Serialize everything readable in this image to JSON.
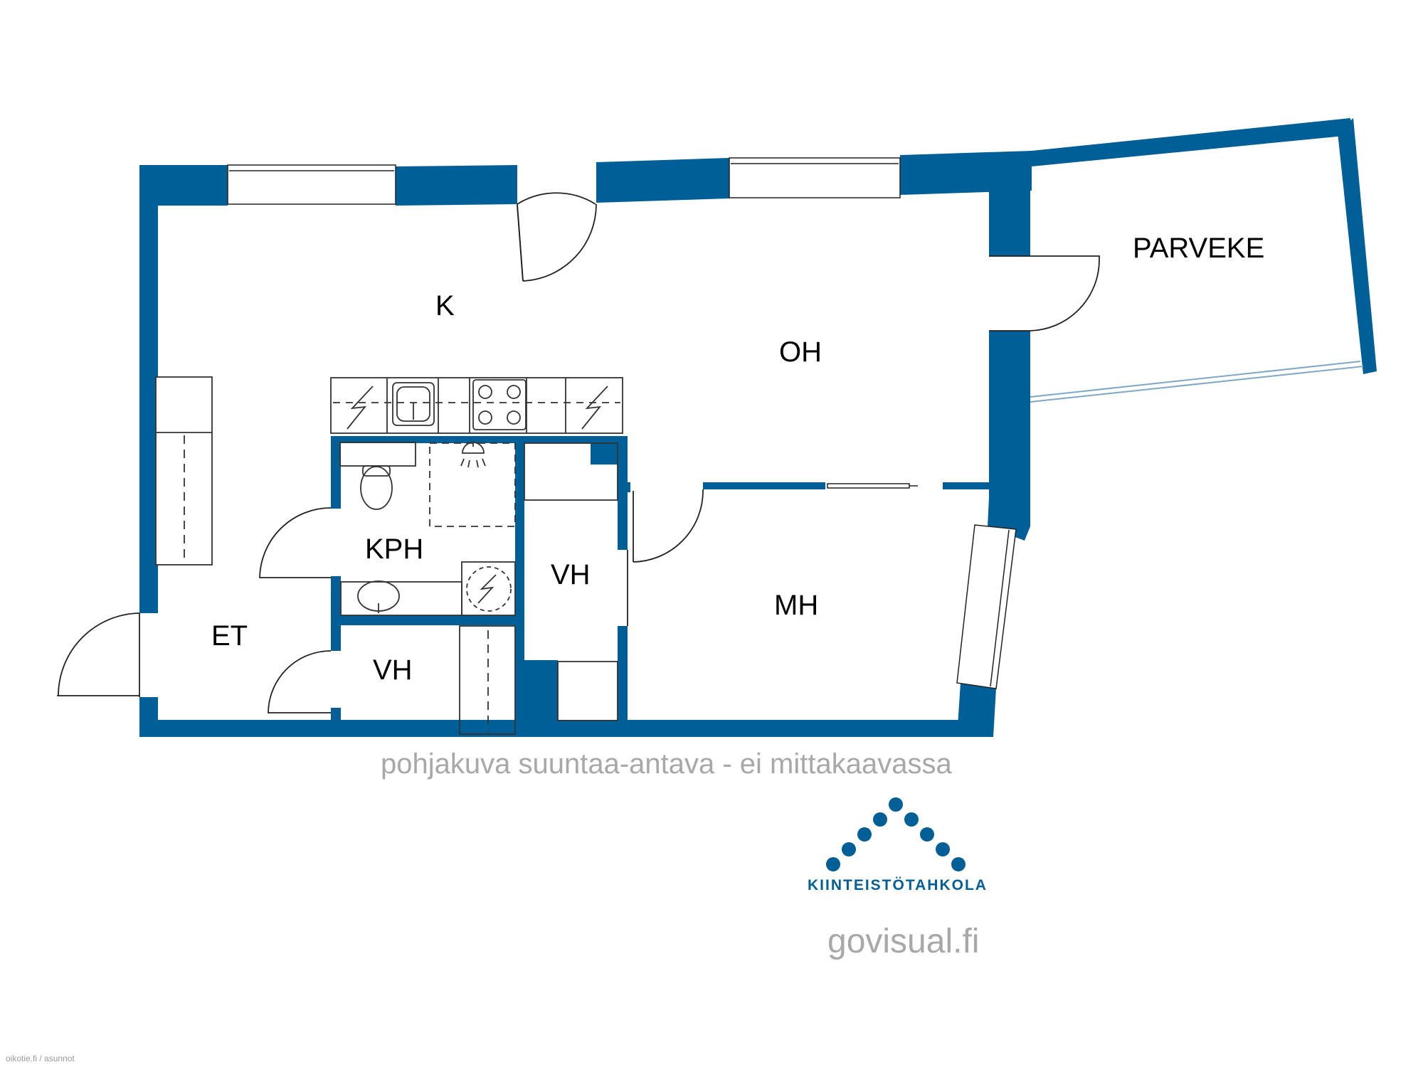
{
  "colors": {
    "wall": "#005f96",
    "brand": "#005f96",
    "caption": "#a8a8a8",
    "text": "#000000"
  },
  "rooms": {
    "k": "K",
    "oh": "OH",
    "parveke": "PARVEKE",
    "kph": "KPH",
    "vh_1": "VH",
    "vh_2": "VH",
    "mh": "MH",
    "et": "ET"
  },
  "captions": {
    "disclaimer": "pohjakuva suuntaa-antava - ei mittakaavassa",
    "brand": "KIINTEISTÖTAHKOLA",
    "website": "govisual.fi",
    "footer_url": "oikotie.fi / asunnot"
  },
  "logo": {
    "icon": "dotted-roof-logo"
  }
}
